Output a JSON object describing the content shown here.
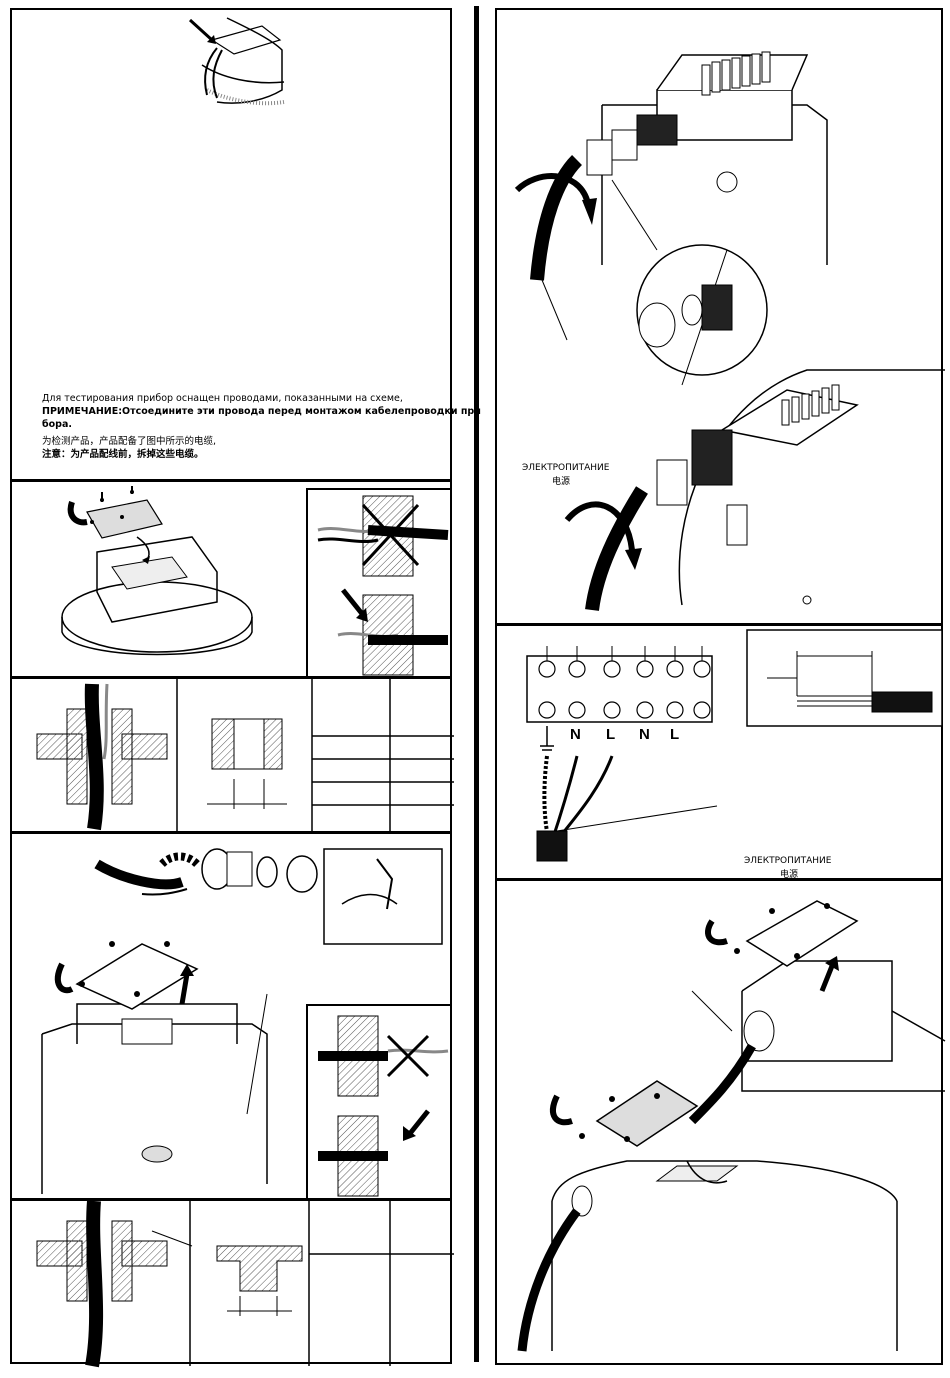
{
  "left_top": {
    "ru_line": "Для тестирования прибор оснащен проводами, показанными на схеме,",
    "ru_note": "ПРИМЕЧАНИЕ:Отсоедините эти провода перед монтажом кабелепроводки при",
    "ru_note_cont": "бора.",
    "zh_line": "为检测产品，产品配备了图中所示的电缆,",
    "zh_note": "注意：为产品配线前，拆掉这些电缆。"
  },
  "right_top": {
    "power_label_ru": "ЭЛЕКТРОПИТАНИЕ",
    "power_label_zh": "电源"
  },
  "terminal": {
    "labels": [
      "N",
      "L",
      "N",
      "L"
    ],
    "power_label_ru": "ЭЛЕКТРОПИТАНИЕ",
    "power_label_zh": "电源"
  }
}
